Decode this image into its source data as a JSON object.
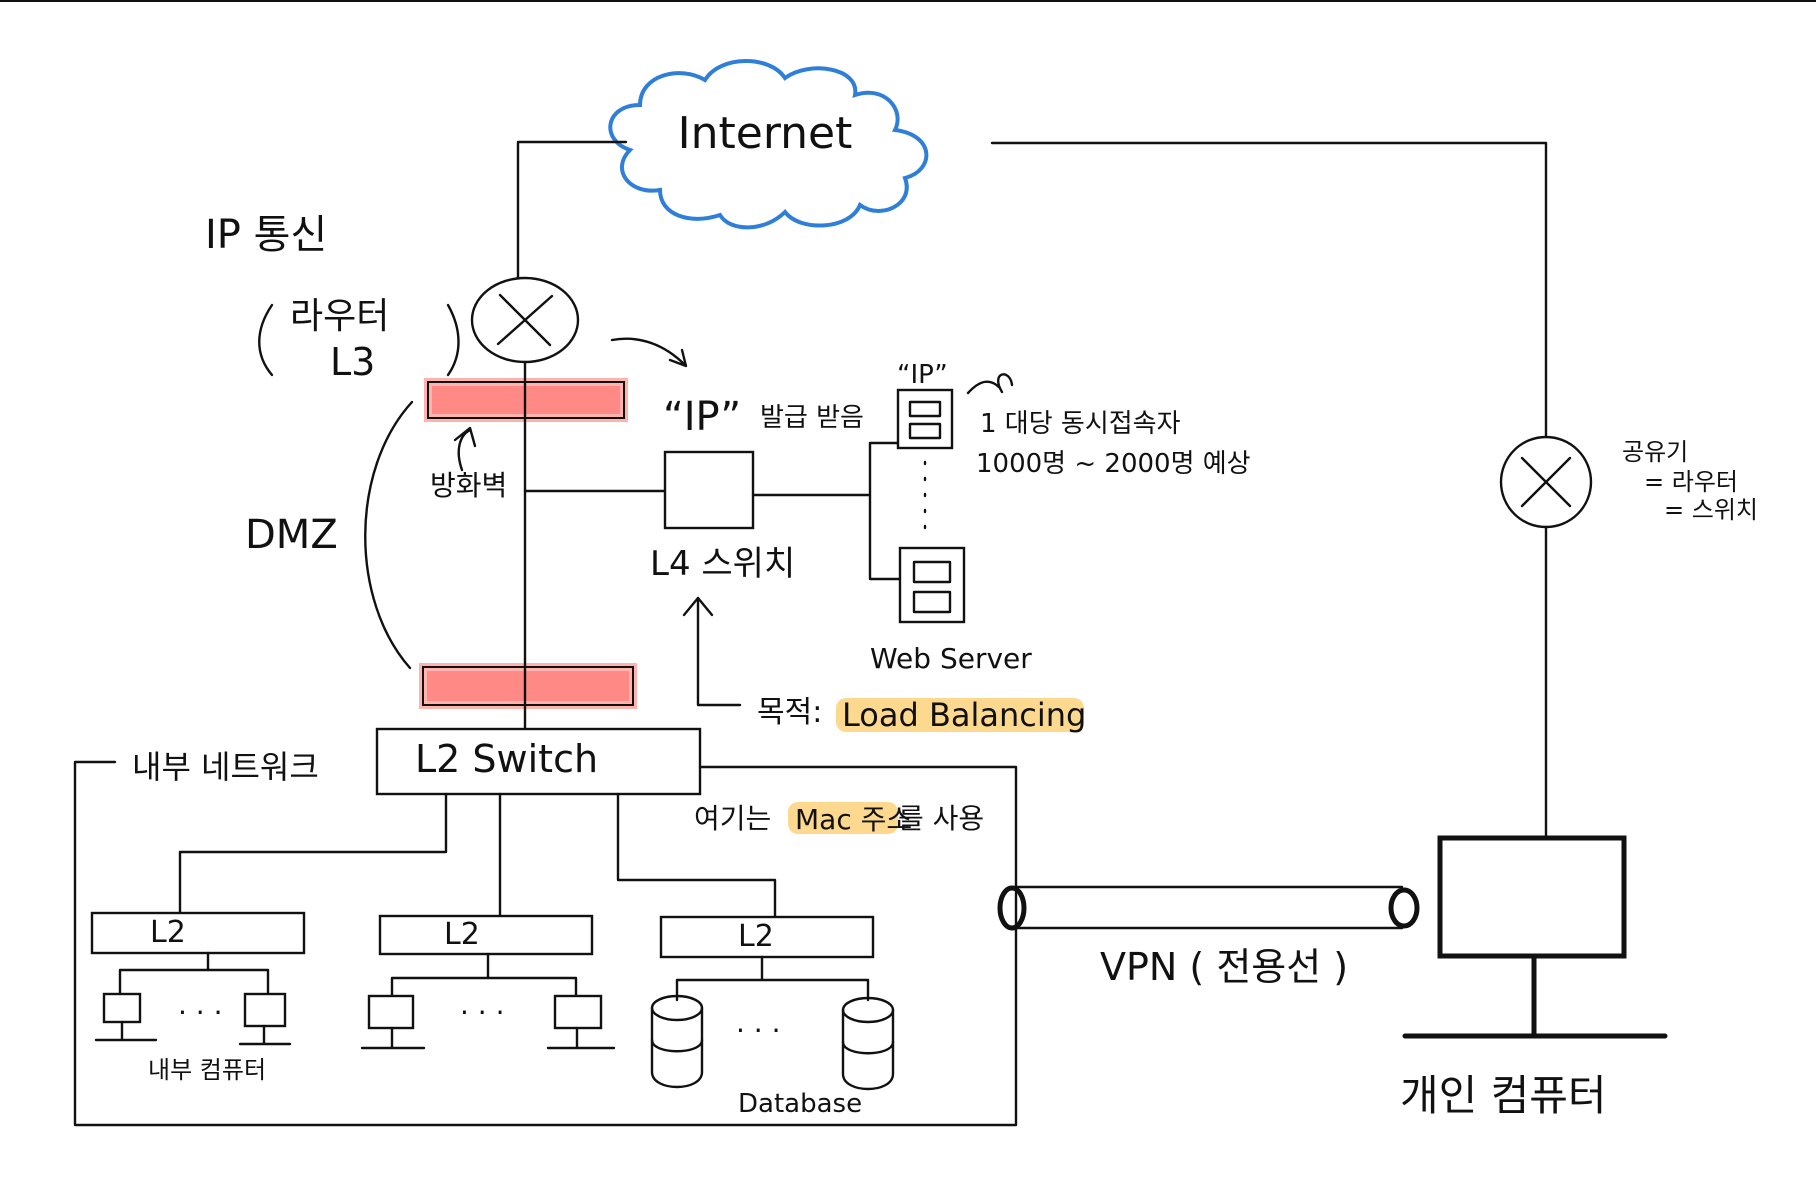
{
  "labels": {
    "internet": "Internet",
    "ip_comm": "IP 통신",
    "router_korean": "라우터",
    "router_l3": "L3",
    "firewall": "방화벽",
    "dmz": "DMZ",
    "ip_issued_quote": "“IP”",
    "ip_issued_text": "발급 받음",
    "l4_switch": "L4 스위치",
    "server_ip": "“IP”",
    "concurrent_line1": "1 대당  동시접속자",
    "concurrent_line2": "1000명 ~ 2000명  예상",
    "web_server": "Web Server",
    "purpose_prefix": "목적:",
    "purpose_value": "Load Balancing",
    "l2_switch": "L2   Switch",
    "internal_network": "내부 네트워크",
    "mac_prefix": "여기는",
    "mac_highlight": "Mac 주소",
    "mac_suffix": "를  사용",
    "l2_left": "L2",
    "l2_middle": "L2",
    "l2_right": "L2",
    "internal_computer": "내부  컴퓨터",
    "database": "Database",
    "vpn": "VPN ( 전용선 )",
    "sharer_line1": "공유기",
    "sharer_line2": "= 라우터",
    "sharer_line3": "= 스위치",
    "personal_computer": "개인  컴퓨터",
    "ellipsis": "· · ·"
  },
  "colors": {
    "ink": "#111111",
    "cloud": "#2f7fd9",
    "firewall": "#ff8a85",
    "highlight": "#fcd27a"
  }
}
